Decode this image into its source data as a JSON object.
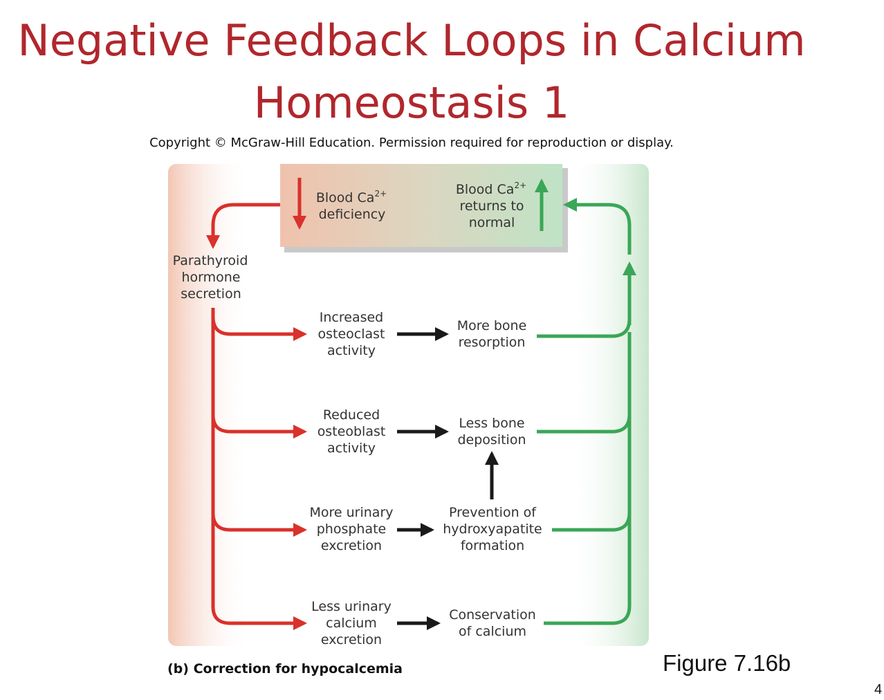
{
  "slide": {
    "title_line1": "Negative Feedback Loops in Calcium",
    "title_line2": "Homeostasis 1",
    "copyright": "Copyright © McGraw-Hill Education. Permission required for reproduction or display.",
    "caption": "(b) Correction for hypocalcemia",
    "figure_label": "Figure 7.16b",
    "page_number": "4"
  },
  "diagram": {
    "colors": {
      "red": "#d9312b",
      "green": "#3aa657",
      "black": "#1a1a1a",
      "left_band": "#f2c6b4",
      "right_band": "#c8e6cc"
    },
    "top_box": {
      "deficiency": {
        "prefix": "Blood Ca",
        "superscript": "2+",
        "line2": "deficiency"
      },
      "normal": {
        "prefix": "Blood Ca",
        "superscript": "2+",
        "line2": "returns to",
        "line3": "normal"
      }
    },
    "pth": [
      "Parathyroid",
      "hormone",
      "secretion"
    ],
    "rows": [
      {
        "cause": [
          "Increased",
          "osteoclast",
          "activity"
        ],
        "effect": [
          "More bone",
          "resorption"
        ]
      },
      {
        "cause": [
          "Reduced",
          "osteoblast",
          "activity"
        ],
        "effect": [
          "Less bone",
          "deposition"
        ]
      },
      {
        "cause": [
          "More urinary",
          "phosphate",
          "excretion"
        ],
        "effect": [
          "Prevention of",
          "hydroxyapatite",
          "formation"
        ]
      },
      {
        "cause": [
          "Less urinary",
          "calcium",
          "excretion"
        ],
        "effect": [
          "Conservation",
          "of calcium"
        ]
      }
    ]
  }
}
